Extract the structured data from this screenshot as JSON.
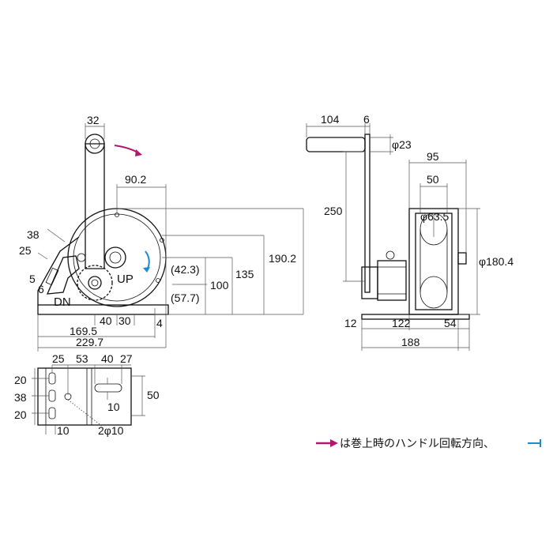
{
  "front_view": {
    "handle_width": "32",
    "drum_offset": "90.2",
    "side_38": "38",
    "side_25": "25",
    "side_5": "5",
    "side_6": "6",
    "dn_label": "DN",
    "up_label": "UP",
    "dim_42_3": "(42.3)",
    "dim_57_7": "(57.7)",
    "dim_100": "100",
    "dim_135": "135",
    "dim_190_2": "190.2",
    "dim_40": "40",
    "dim_30": "30",
    "dim_4": "4",
    "dim_169_5": "169.5",
    "dim_229_7": "229.7"
  },
  "side_view": {
    "dim_104": "104",
    "dim_6": "6",
    "dim_phi23": "φ23",
    "dim_95": "95",
    "dim_50": "50",
    "dim_250": "250",
    "dim_phi63_5": "φ63.5",
    "dim_phi180_4": "φ180.4",
    "dim_12": "12",
    "dim_122": "122",
    "dim_54": "54",
    "dim_188": "188"
  },
  "base_view": {
    "dim_25": "25",
    "dim_53": "53",
    "dim_40": "40",
    "dim_27": "27",
    "dim_20a": "20",
    "dim_38": "38",
    "dim_20b": "20",
    "dim_50": "50",
    "dim_10_slot": "10",
    "dim_10_bottom": "10",
    "dim_2phi10": "2φ10"
  },
  "legend": {
    "text": "は巻上時のハンドル回転方向、",
    "colors": {
      "arrow_magenta": "#b0186e",
      "arrow_blue": "#1a8fd0"
    }
  }
}
